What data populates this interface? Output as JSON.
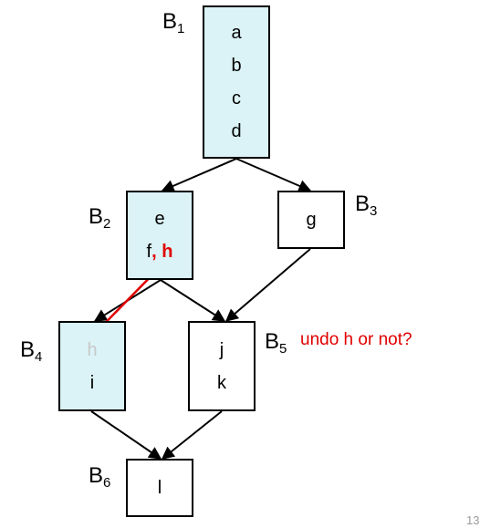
{
  "blocks": {
    "b1": {
      "label": "B",
      "sub": "1",
      "instructions": [
        "a",
        "b",
        "c",
        "d"
      ],
      "shaded": true
    },
    "b2": {
      "label": "B",
      "sub": "2",
      "line1": "e",
      "line2_plain": "f",
      "line2_moved": ", h",
      "shaded": true
    },
    "b3": {
      "label": "B",
      "sub": "3",
      "instructions": [
        "g"
      ],
      "shaded": false
    },
    "b4": {
      "label": "B",
      "sub": "4",
      "faded_instruction": "h",
      "instructions": [
        "i"
      ],
      "shaded": true
    },
    "b5": {
      "label": "B",
      "sub": "5",
      "instructions": [
        "j",
        "k"
      ],
      "shaded": false
    },
    "b6": {
      "label": "B",
      "sub": "6",
      "instructions": [
        "l"
      ],
      "shaded": false
    }
  },
  "annotation": "undo h or not?",
  "page_number": "13",
  "colors": {
    "shade": "#dbf3f6",
    "highlight": "#e00000",
    "faded": "#c8c8c8",
    "edge": "#000000"
  }
}
